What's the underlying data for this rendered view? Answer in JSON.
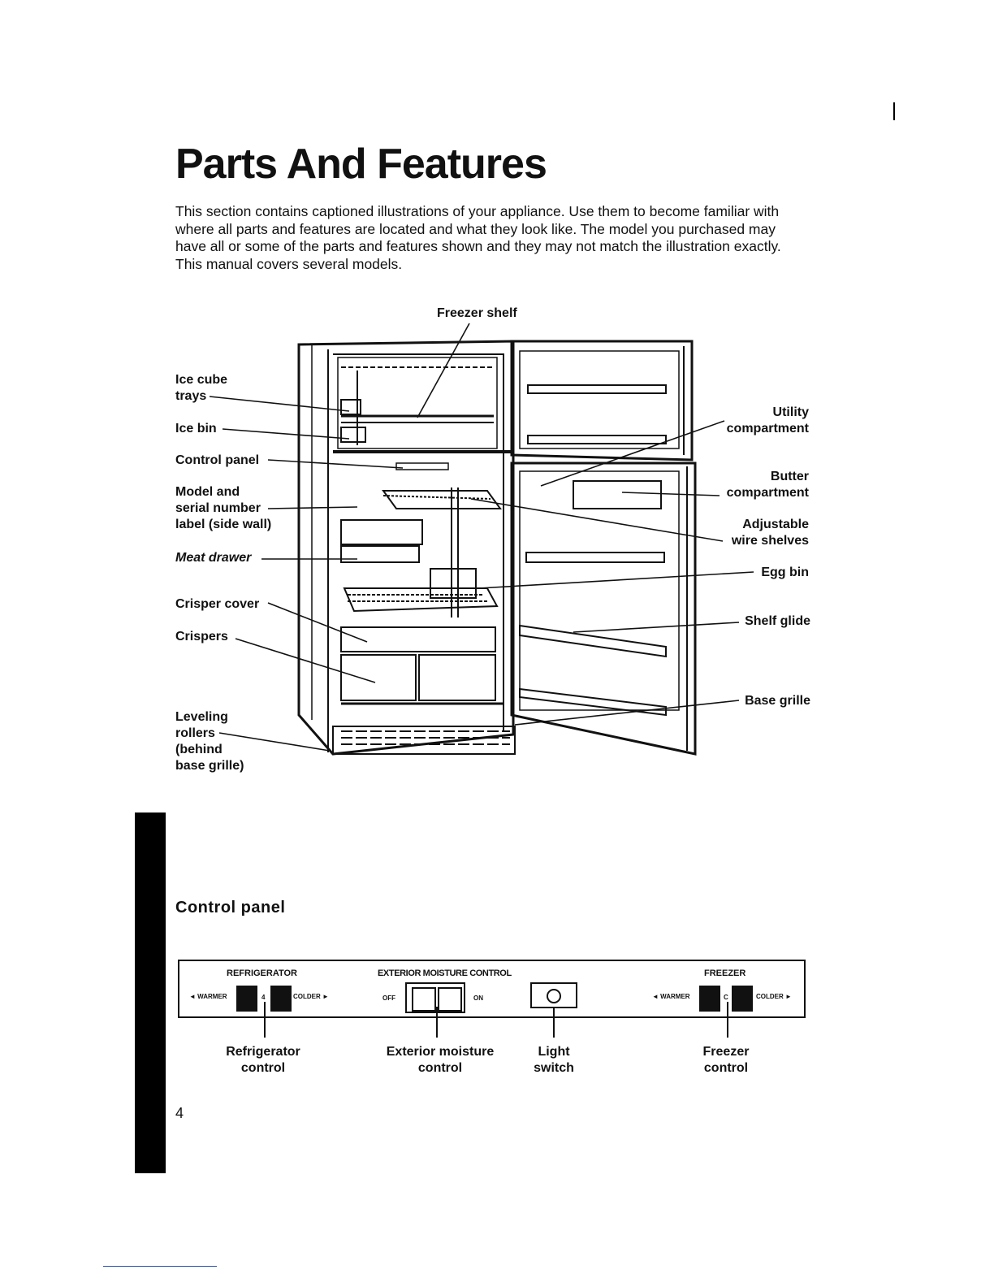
{
  "page": {
    "title": "Parts And Features",
    "intro": "This section contains captioned illustrations of your appliance. Use them to become familiar with where all parts and features are located and what they look like. The model you purchased may have all or some of the parts and features shown and they may not match the illustration exactly. This manual covers several models.",
    "page_number": "4"
  },
  "diagram": {
    "top_label": "Freezer shelf",
    "left_labels": [
      "Ice cube\ntrays",
      "Ice bin",
      "Control panel",
      "Model and\nserial number\nlabel (side wall)",
      "Meat drawer",
      "Crisper cover",
      "Crispers",
      "Leveling\nrollers\n(behind\nbase grille)"
    ],
    "right_labels": [
      "Utility\ncompartment",
      "Butter\ncompartment",
      "Adjustable\nwire shelves",
      "Egg bin",
      "Shelf glide",
      "Base grille"
    ]
  },
  "control_panel": {
    "heading": "Control panel",
    "refrigerator_title": "REFRIGERATOR",
    "refrigerator_warmer": "◄ WARMER",
    "refrigerator_setting": "4",
    "refrigerator_colder": "COLDER ►",
    "moisture_title": "EXTERIOR MOISTURE CONTROL",
    "moisture_off": "OFF",
    "moisture_on": "ON",
    "freezer_title": "FREEZER",
    "freezer_warmer": "◄ WARMER",
    "freezer_setting": "C",
    "freezer_colder": "COLDER ►",
    "captions": [
      "Refrigerator\ncontrol",
      "Exterior moisture\ncontrol",
      "Light\nswitch",
      "Freezer\ncontrol"
    ]
  }
}
